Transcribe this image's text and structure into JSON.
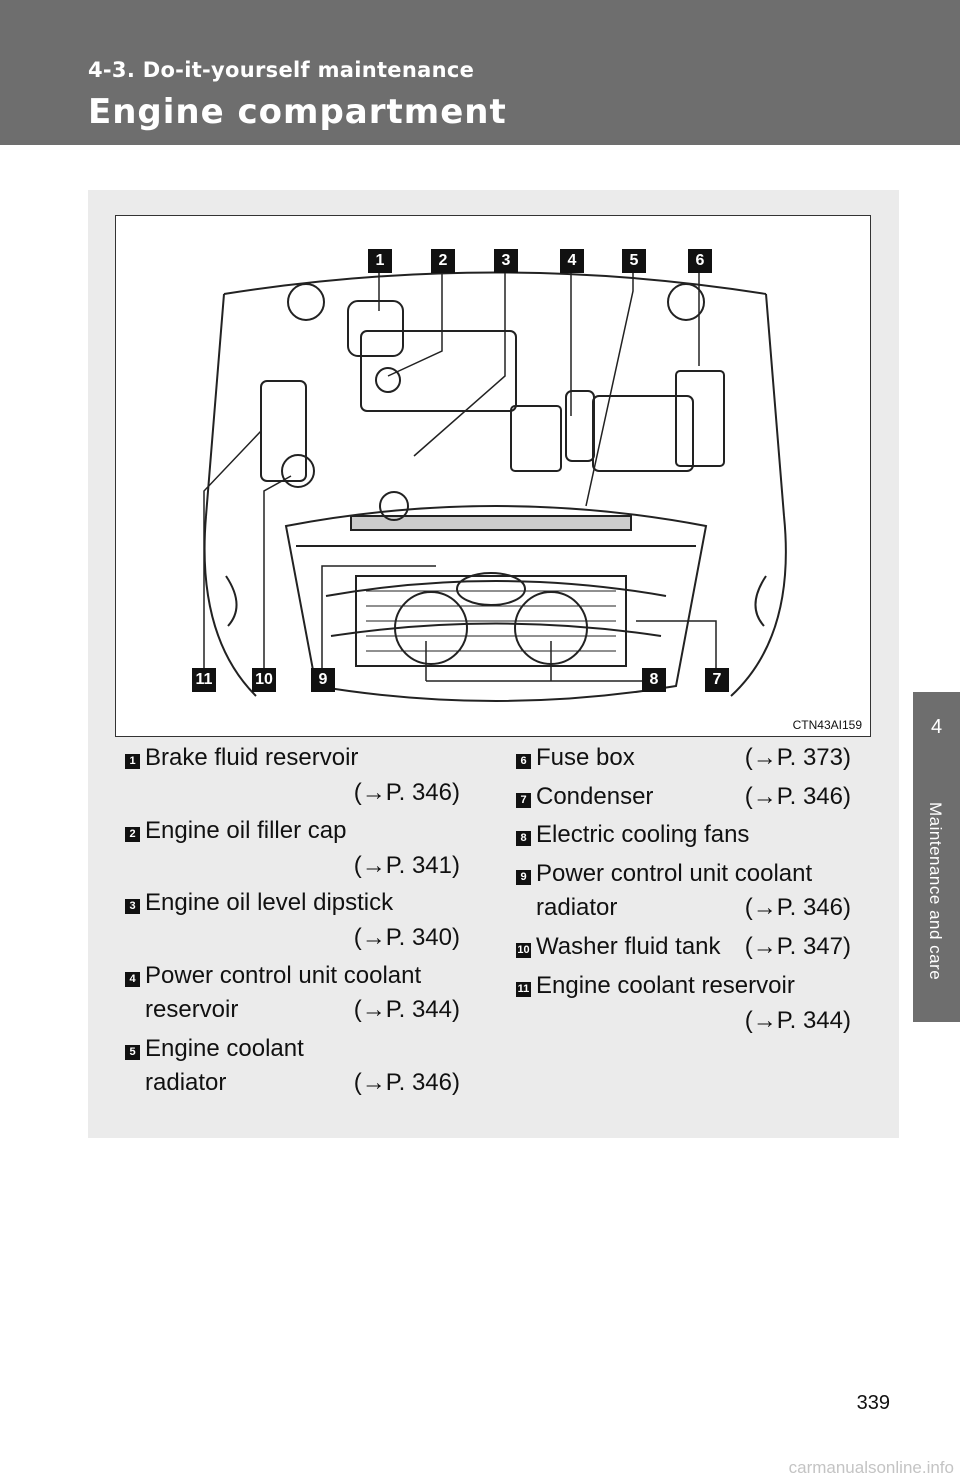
{
  "header": {
    "section": "4-3. Do-it-yourself maintenance",
    "title": "Engine compartment"
  },
  "side_tab": {
    "number": "4",
    "label": "Maintenance and care"
  },
  "figure": {
    "code": "CTN43AI159"
  },
  "callouts": [
    "1",
    "2",
    "3",
    "4",
    "5",
    "6",
    "7",
    "8",
    "9",
    "10",
    "11"
  ],
  "items": [
    {
      "n": "1",
      "lines": [
        "Brake fluid reservoir"
      ],
      "ref": "(→P. 346)"
    },
    {
      "n": "2",
      "lines": [
        "Engine oil filler cap"
      ],
      "ref": "(→P. 341)"
    },
    {
      "n": "3",
      "lines": [
        "Engine oil level dipstick"
      ],
      "ref": "(→P. 340)"
    },
    {
      "n": "4",
      "lines": [
        "Power control unit coolant",
        "reservoir"
      ],
      "ref": "(→P. 344)"
    },
    {
      "n": "5",
      "lines": [
        "Engine coolant",
        "radiator"
      ],
      "ref": "(→P. 346)"
    },
    {
      "n": "6",
      "lines": [
        "Fuse box"
      ],
      "ref": "(→P. 373)"
    },
    {
      "n": "7",
      "lines": [
        "Condenser"
      ],
      "ref": "(→P. 346)"
    },
    {
      "n": "8",
      "lines": [
        "Electric cooling fans"
      ],
      "ref": ""
    },
    {
      "n": "9",
      "lines": [
        "Power control unit coolant",
        "radiator"
      ],
      "ref": "(→P. 346)"
    },
    {
      "n": "10",
      "lines": [
        "Washer fluid tank"
      ],
      "ref": "(→P. 347)"
    },
    {
      "n": "11",
      "lines": [
        "Engine coolant reservoir"
      ],
      "ref": "(→P. 344)"
    }
  ],
  "page_number": "339",
  "watermark": "carmanualsonline.info"
}
